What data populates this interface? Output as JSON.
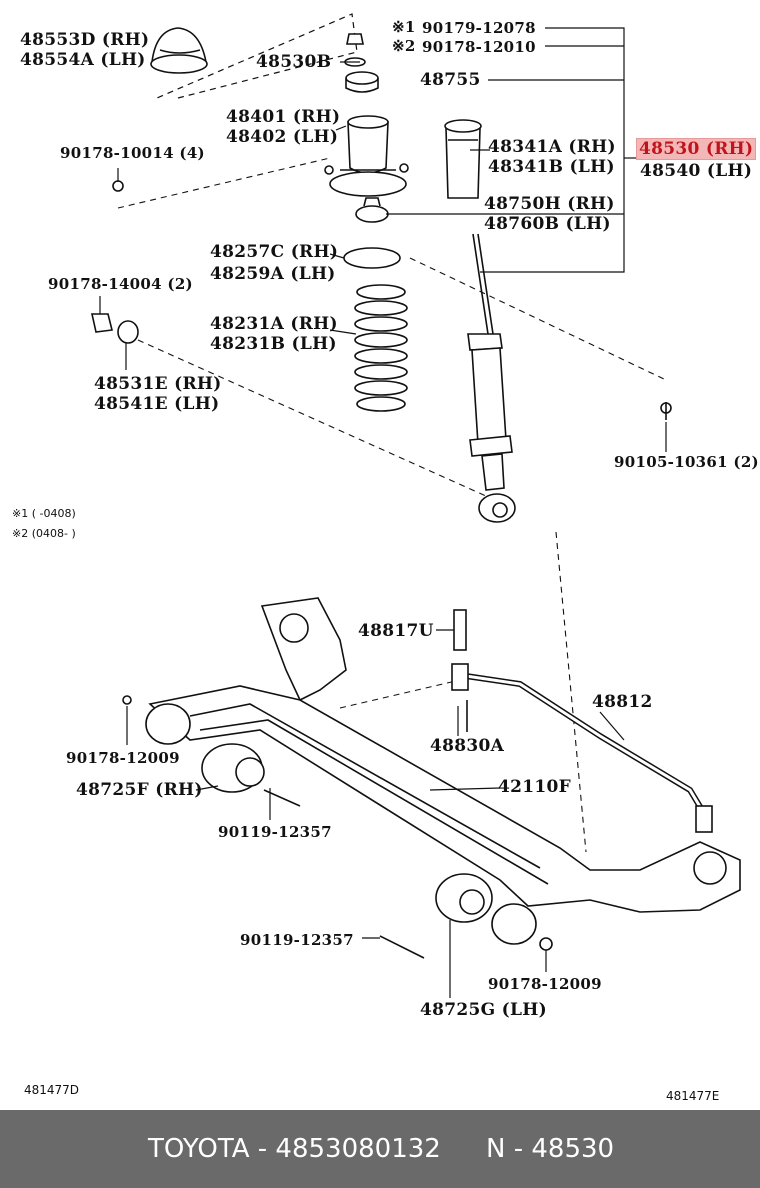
{
  "labels": {
    "p48553d": "48553D (RH)",
    "p48554a": "48554A (LH)",
    "p48530b": "48530B",
    "n1": "※1",
    "n2": "※2",
    "p90179": "90179-12078",
    "p90178_12010": "90178-12010",
    "p48755": "48755",
    "p48401": "48401 (RH)",
    "p48402": "48402 (LH)",
    "p90178_10014": "90178-10014 (4)",
    "p48341a": "48341A (RH)",
    "p48341b": "48341B (LH)",
    "p48530rh": "48530 (RH)",
    "p48540": "48540 (LH)",
    "p48750h": "48750H (RH)",
    "p48760b": "48760B (LH)",
    "p48257c": "48257C (RH)",
    "p48259a": "48259A (LH)",
    "p90178_14004": "90178-14004 (2)",
    "p48231a": "48231A (RH)",
    "p48231b": "48231B (LH)",
    "p48531e": "48531E (RH)",
    "p48541e": "48541E (LH)",
    "p90105": "90105-10361 (2)",
    "note1": "※1 (      -0408)",
    "note2": "※2 (0408-      )",
    "p48817u": "48817U",
    "p48812": "48812",
    "p90178_12009a": "90178-12009",
    "p48830a": "48830A",
    "p48725f": "48725F (RH)",
    "p42110f": "42110F",
    "p90119a": "90119-12357",
    "p90119b": "90119-12357",
    "p90178_12009b": "90178-12009",
    "p48725g": "48725G (LH)",
    "code_left": "481477D",
    "code_right": "481477E"
  },
  "footer": {
    "brand": "TOYOTA - 4853080132",
    "ref": "N - 48530"
  }
}
